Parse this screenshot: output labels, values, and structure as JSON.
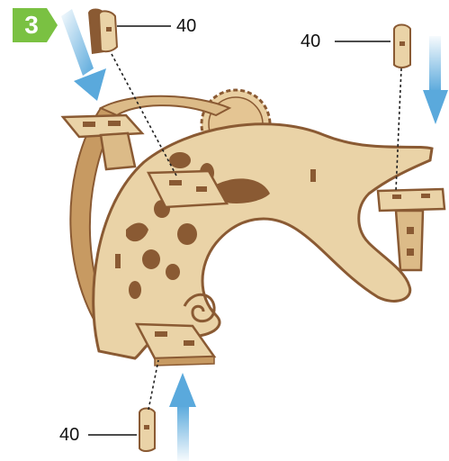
{
  "step": {
    "number": "3",
    "badge_color": "#7ac142"
  },
  "callouts": [
    {
      "label": "40"
    },
    {
      "label": "40"
    },
    {
      "label": "40"
    }
  ],
  "colors": {
    "wood": "#e9cfa1",
    "wood_edge": "#8a5a33",
    "arrow": "#5aa9dc"
  }
}
